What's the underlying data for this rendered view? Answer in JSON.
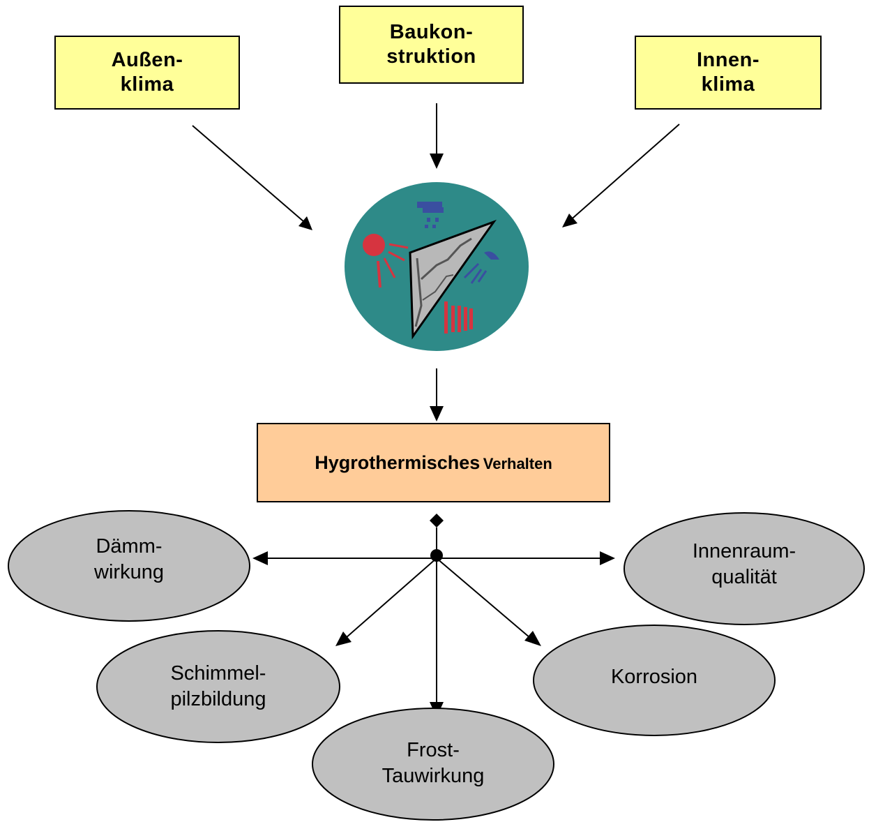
{
  "inputs": {
    "aussenklima": [
      "Außen-",
      "klima"
    ],
    "baukonstruktion": [
      "Baukon-",
      "struktion"
    ],
    "innenklima": [
      "Innen-",
      "klima"
    ]
  },
  "center": {
    "main": "Hygrothermisches",
    "suffix": "Verhalten"
  },
  "outputs": {
    "daemmwirkung": [
      "Dämm-",
      "wirkung"
    ],
    "innenraumqualitaet": [
      "Innenraum-",
      "qualität"
    ],
    "schimmelpilzbildung": [
      "Schimmel-",
      "pilzbildung"
    ],
    "korrosion": [
      "Korrosion"
    ],
    "frost_tauwirkung": [
      "Frost-",
      "Tauwirkung"
    ]
  },
  "colors": {
    "input_box_fill": "#ffff99",
    "center_box_fill": "#ffcc99",
    "ellipse_fill": "#c0c0c0",
    "icon_background": "#2e8a88",
    "sun_red": "#d63440",
    "rain_blue": "#3a4fa0"
  },
  "icons": {
    "center_illustration": "building-wall-climate-icon"
  }
}
